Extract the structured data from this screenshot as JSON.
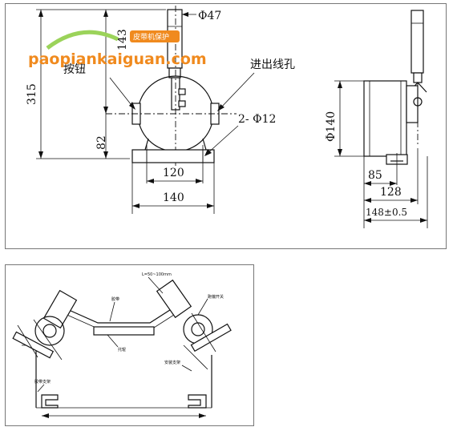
{
  "top": {
    "dims": {
      "phi47": "Φ47",
      "h143": "143",
      "h315": "315",
      "h82": "82",
      "w120": "120",
      "w140": "140",
      "holes": "2- Φ12",
      "phi140": "Φ140",
      "d85": "85",
      "d128": "128",
      "d148": "148±0.5"
    },
    "labels": {
      "button": "按钮",
      "cable_hole": "进出线孔"
    },
    "watermark": {
      "text": "paopiankaiguan.com",
      "badge": "皮带机保护"
    }
  },
  "bottom": {
    "labels": {
      "belt": "胶带",
      "range": "L=50~100mm",
      "deviation_switch": "跑偏开关",
      "idler": "托辊",
      "belt_bracket": "胶带支架",
      "mount_bracket": "安装支架"
    }
  }
}
